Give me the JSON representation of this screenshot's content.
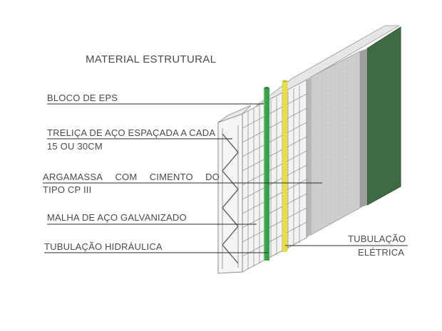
{
  "title": "MATERIAL ESTRUTURAL",
  "labels": {
    "eps_block": "BLOCO DE EPS",
    "truss_line1": "TRELIÇA DE AÇO ESPAÇADA A CADA",
    "truss_line2": "15 OU 30CM",
    "mortar_words": [
      "ARGAMASSA",
      "COM",
      "CIMENTO",
      "DO"
    ],
    "mortar_line2": "TIPO CP III",
    "mesh": "MALHA DE AÇO GALVANIZADO",
    "hydraulic": "TUBULAÇÃO HIDRÁULICA",
    "electric_line1": "TUBULAÇÃO",
    "electric_line2": "ELÉTRICA"
  },
  "colors": {
    "text": "#4a4a4a",
    "eps": "#f0f0f0",
    "mortar": "#cfcfcf",
    "finish": "#3e6b45",
    "hydraulic_pipe": "#3aa14a",
    "electric_pipe": "#e8e04a"
  }
}
